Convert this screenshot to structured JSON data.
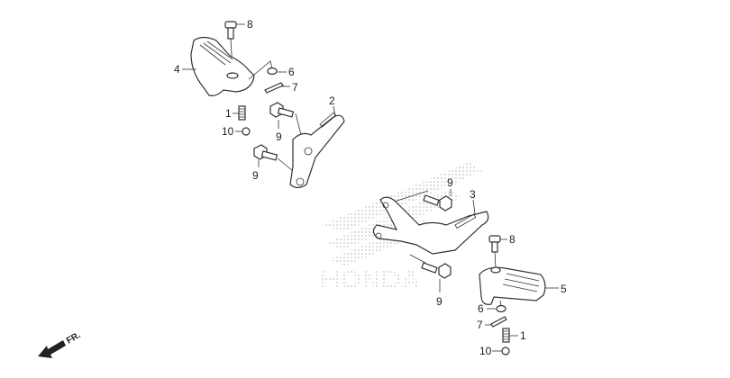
{
  "diagram": {
    "watermark_text": "HONDA",
    "direction_label": "FR.",
    "left_group_labels": [
      "8",
      "4",
      "6",
      "7",
      "2",
      "1",
      "10",
      "9",
      "9"
    ],
    "right_group_labels": [
      "9",
      "3",
      "8",
      "5",
      "9",
      "6",
      "7",
      "1",
      "10"
    ]
  },
  "colors": {
    "line": "#333333",
    "watermark": "#c8c8c8"
  }
}
